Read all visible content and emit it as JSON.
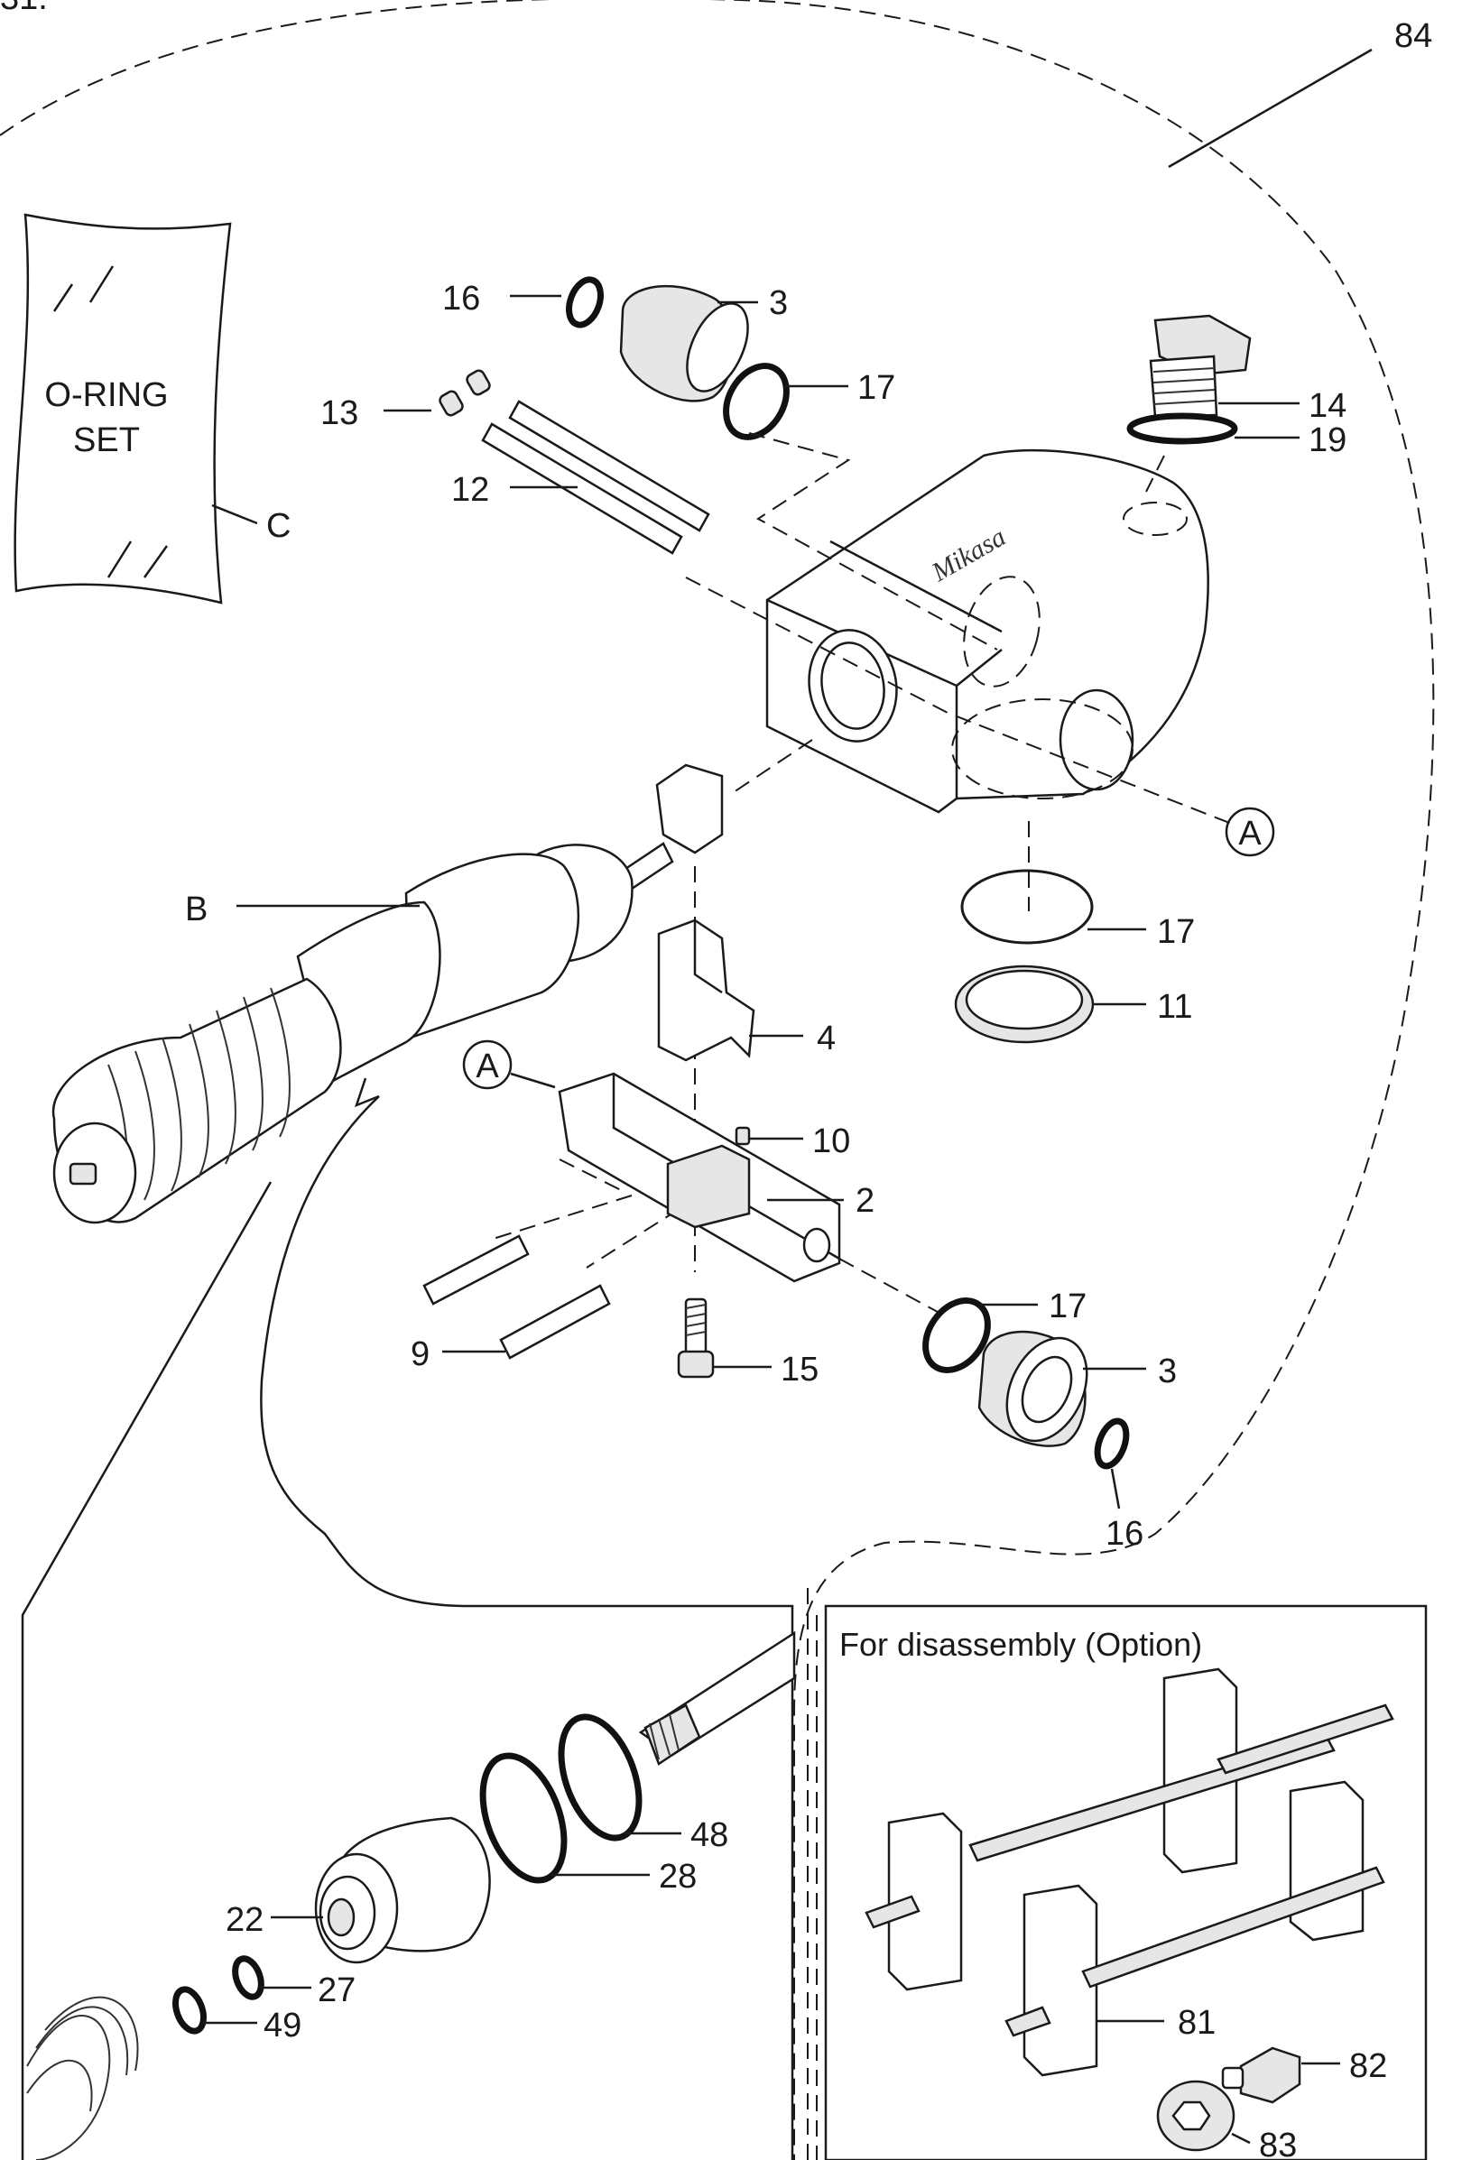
{
  "header_fragment": "31.",
  "assembly_callout": "84",
  "oring_set": {
    "line1": "O-RING",
    "line2": "SET",
    "ref": "C"
  },
  "callouts": {
    "p16a": "16",
    "p3a": "3",
    "p17a": "17",
    "p13": "13",
    "p12": "12",
    "p14": "14",
    "p19": "19",
    "pA1": "A",
    "pB": "B",
    "p17b": "17",
    "p11": "11",
    "p4": "4",
    "pA2": "A",
    "p10": "10",
    "p2": "2",
    "p17c": "17",
    "p3b": "3",
    "p9": "9",
    "p15": "15",
    "p16b": "16",
    "p48": "48",
    "p28": "28",
    "p22": "22",
    "p27": "27",
    "p49": "49",
    "p81": "81",
    "p82": "82",
    "p83": "83"
  },
  "housing_logo": "Mikasa",
  "option_box_title": "For disassembly (Option)"
}
